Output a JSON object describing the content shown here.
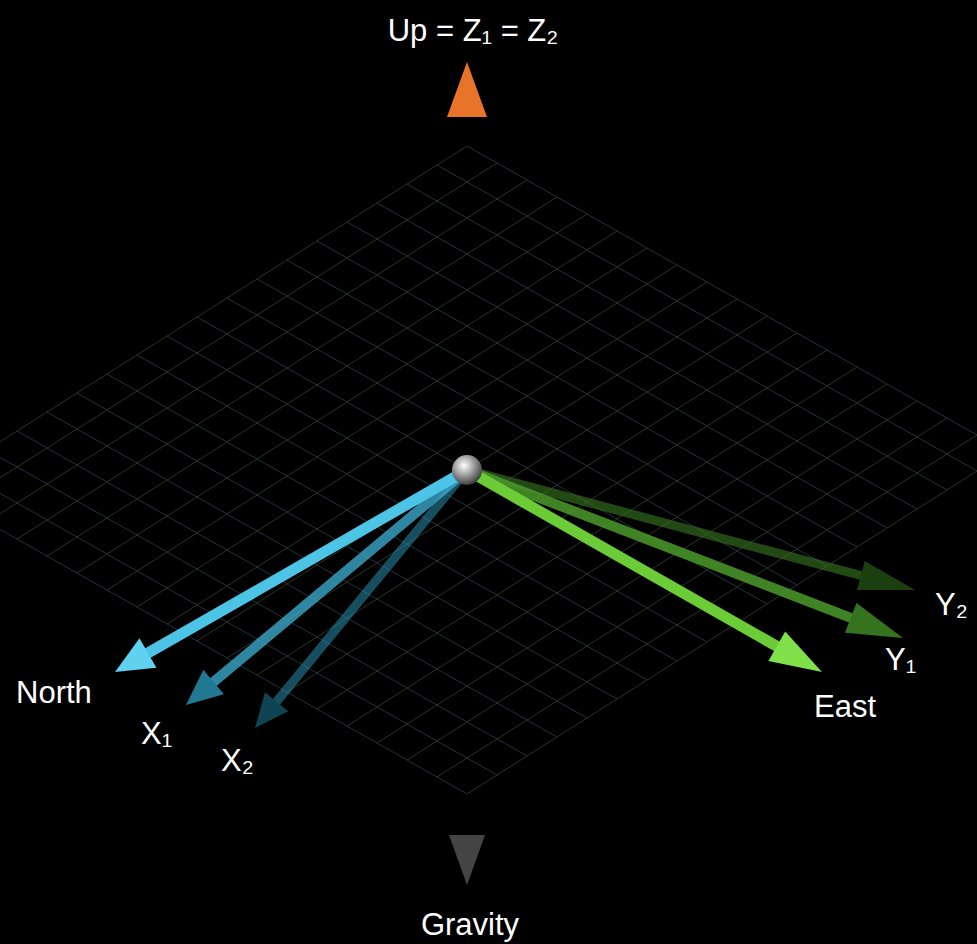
{
  "diagram": {
    "labels": [
      "Up = Z₁ = Z₂",
      "North",
      "X₁",
      "X₂",
      "East",
      "Y₁",
      "Y₂",
      "Gravity"
    ]
  }
}
